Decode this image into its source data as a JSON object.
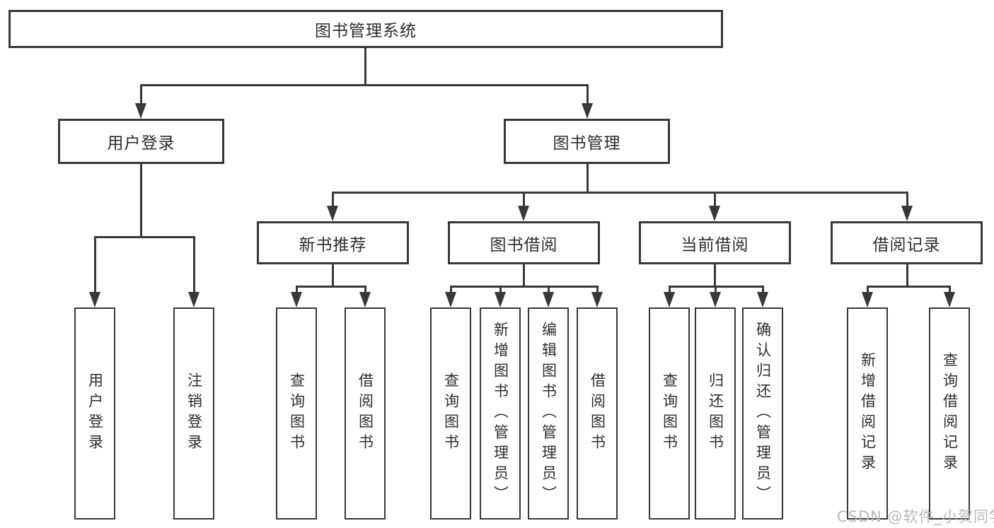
{
  "diagram": {
    "root": {
      "label": "图书管理系统"
    },
    "level2": [
      {
        "label": "用户登录"
      },
      {
        "label": "图书管理"
      }
    ],
    "level3": [
      {
        "label": "新书推荐"
      },
      {
        "label": "图书借阅"
      },
      {
        "label": "当前借阅"
      },
      {
        "label": "借阅记录"
      }
    ],
    "leaves": {
      "user_login": [
        "用户登录",
        "注销登录"
      ],
      "new_book_recommend": [
        "查询图书",
        "借阅图书"
      ],
      "book_borrow": [
        "查询图书",
        "新增图书（管理员）",
        "编辑图书（管理员）",
        "借阅图书"
      ],
      "current_borrow": [
        "查询图书",
        "归还图书",
        "确认归还（管理员）"
      ],
      "borrow_records": [
        "新增借阅记录",
        "查询借阅记录"
      ]
    }
  },
  "watermark": {
    "text": "CSDN @软件_小贺同学"
  },
  "colors": {
    "line": "#383838",
    "text": "#2d2d2d",
    "watermark": "#b9b9b9"
  }
}
